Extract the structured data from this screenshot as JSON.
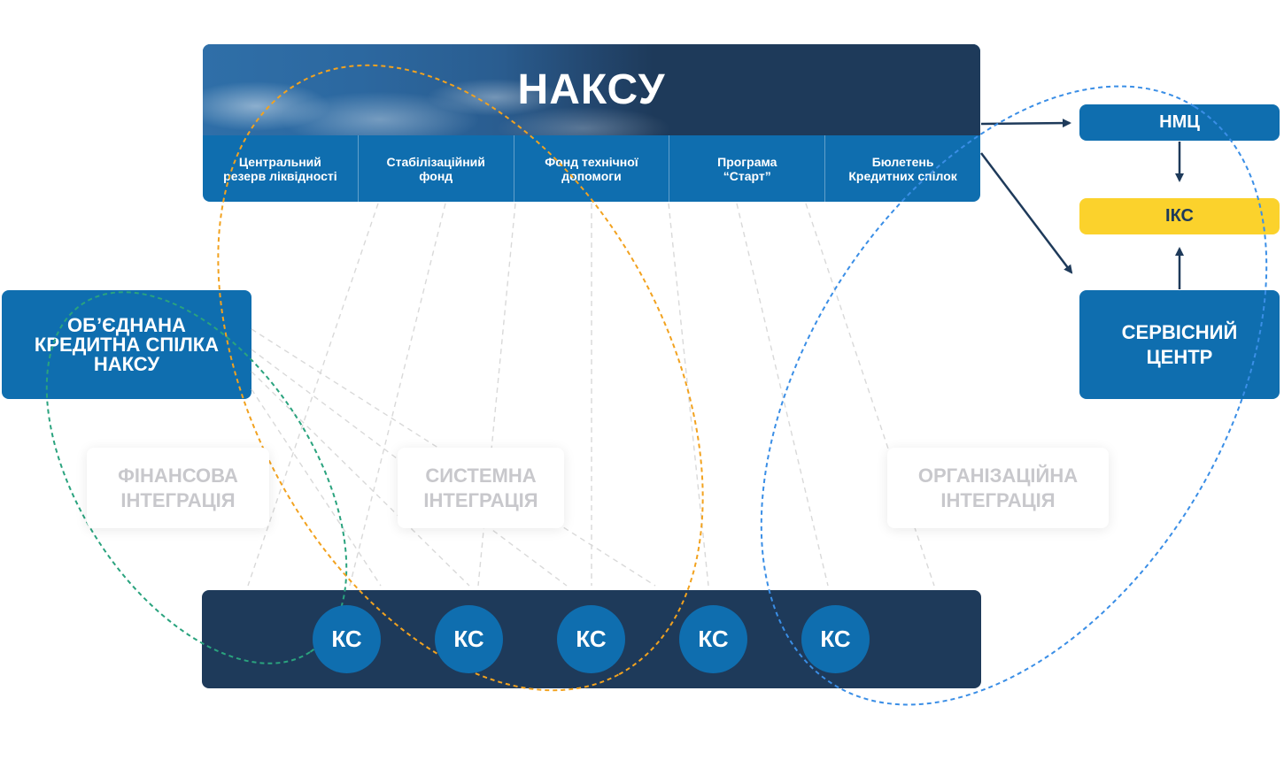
{
  "naksu": {
    "title": "НАКСУ",
    "programs": [
      {
        "label": "Центральний\nрезерв ліквідності"
      },
      {
        "label": "Стабілізаційний\nфонд"
      },
      {
        "label": "Фонд технічної\nдопомоги"
      },
      {
        "label": "Програма\n“Старт”"
      },
      {
        "label": "Бюлетень\nКредитних спілок"
      }
    ]
  },
  "united_union": {
    "label": "ОБ’ЄДНАНА\nКРЕДИТНА СПІЛКА\nНАКСУ"
  },
  "right_column": {
    "nmc": "НМЦ",
    "iks": "ІКС",
    "service_center": "СЕРВІСНИЙ\nЦЕНТР"
  },
  "integrations": {
    "financial": "ФІНАНСОВА\nІНТЕГРАЦІЯ",
    "systemic": "СИСТЕМНА\nІНТЕГРАЦІЯ",
    "organizational": "ОРГАНІЗАЦІЙНА\nІНТЕГРАЦІЯ"
  },
  "credit_unions": {
    "items": [
      "КС",
      "КС",
      "КС",
      "КС",
      "КС"
    ]
  },
  "colors": {
    "primary_blue": "#0f6eaf",
    "dark_navy": "#1e3a5a",
    "yellow": "#fbd22c",
    "financial_oval": "#2aa37e",
    "systemic_oval": "#f2a21f",
    "organizational_oval": "#3a8ee6",
    "connector_gray": "#d8d8d8"
  }
}
